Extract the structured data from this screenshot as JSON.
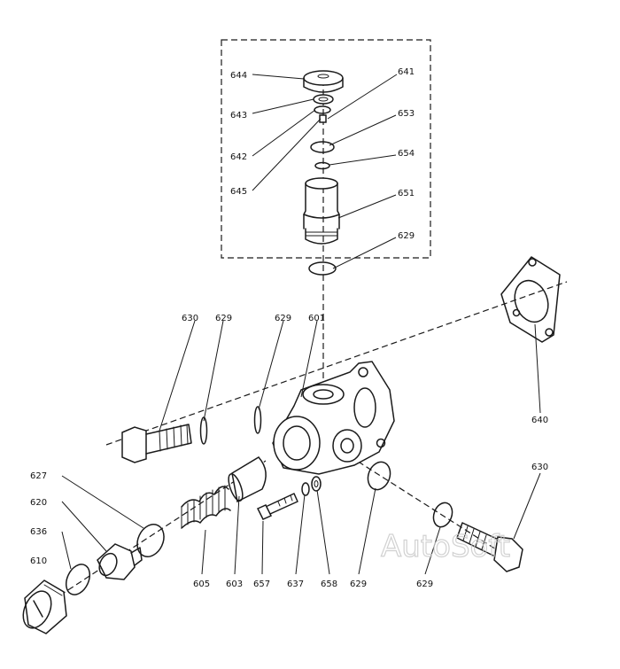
{
  "diagram": {
    "watermark": "AutoSoft",
    "labels": {
      "p644": "644",
      "p641": "641",
      "p643": "643",
      "p653": "653",
      "p642": "642",
      "p654": "654",
      "p645": "645",
      "p651": "651",
      "p629_top": "629",
      "p630_left": "630",
      "p629_a": "629",
      "p629_b": "629",
      "p601": "601",
      "p640": "640",
      "p627": "627",
      "p620": "620",
      "p636": "636",
      "p610": "610",
      "p605": "605",
      "p603": "603",
      "p657": "657",
      "p637": "637",
      "p658": "658",
      "p629_c": "629",
      "p629_d": "629",
      "p630_right": "630"
    }
  }
}
